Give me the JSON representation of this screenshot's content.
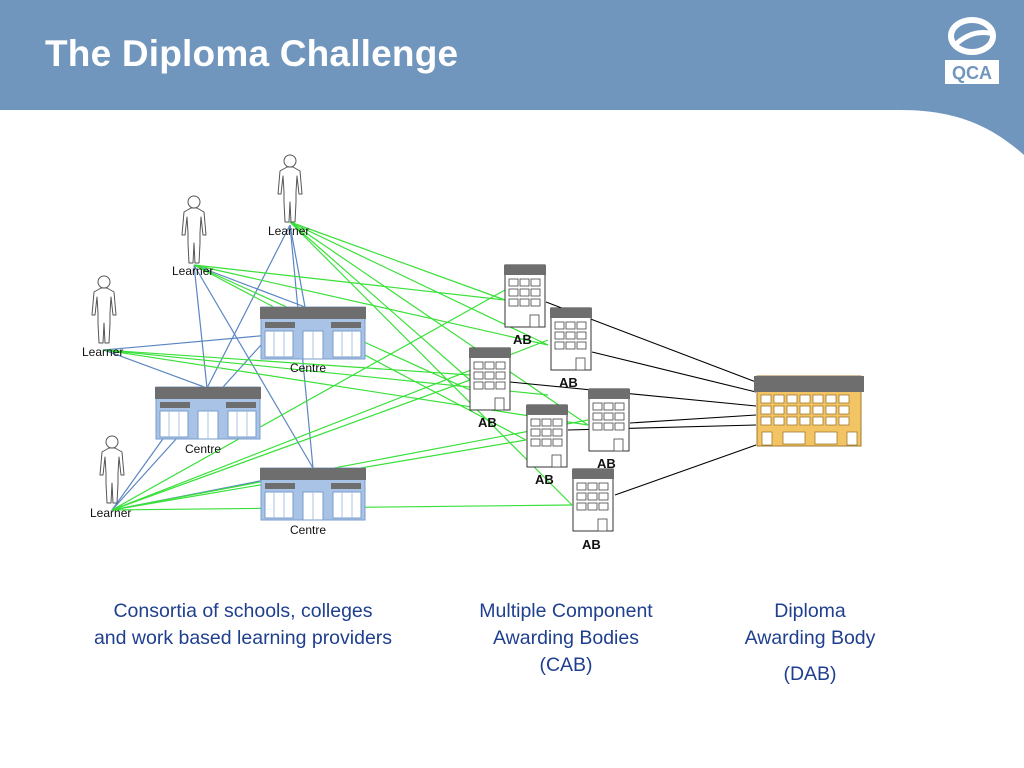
{
  "header": {
    "title": "The Diploma Challenge",
    "logo_text": "QCA",
    "banner_color": "#7196bd"
  },
  "diagram": {
    "learners": [
      {
        "label": "Learner"
      },
      {
        "label": "Learner"
      },
      {
        "label": "Learner"
      },
      {
        "label": "Learner"
      }
    ],
    "centres": [
      {
        "label": "Centre"
      },
      {
        "label": "Centre"
      },
      {
        "label": "Centre"
      }
    ],
    "awarding_bodies": [
      {
        "label": "AB"
      },
      {
        "label": "AB"
      },
      {
        "label": "AB"
      },
      {
        "label": "AB"
      },
      {
        "label": "AB"
      },
      {
        "label": "AB"
      }
    ],
    "colors": {
      "learner_centre_links": "#5b86c2",
      "learner_ab_links": "#39e039",
      "ab_dab_links": "#000000",
      "centre_building": "#a8c3e6",
      "dab_building": "#f3c463"
    }
  },
  "captions": {
    "consortia": {
      "line1": "Consortia of schools, colleges",
      "line2": "and work based learning providers"
    },
    "cab": {
      "line1": "Multiple Component",
      "line2": "Awarding Bodies",
      "line3": "(CAB)"
    },
    "dab": {
      "line1": "Diploma",
      "line2": "Awarding Body",
      "line3": "(DAB)"
    }
  }
}
